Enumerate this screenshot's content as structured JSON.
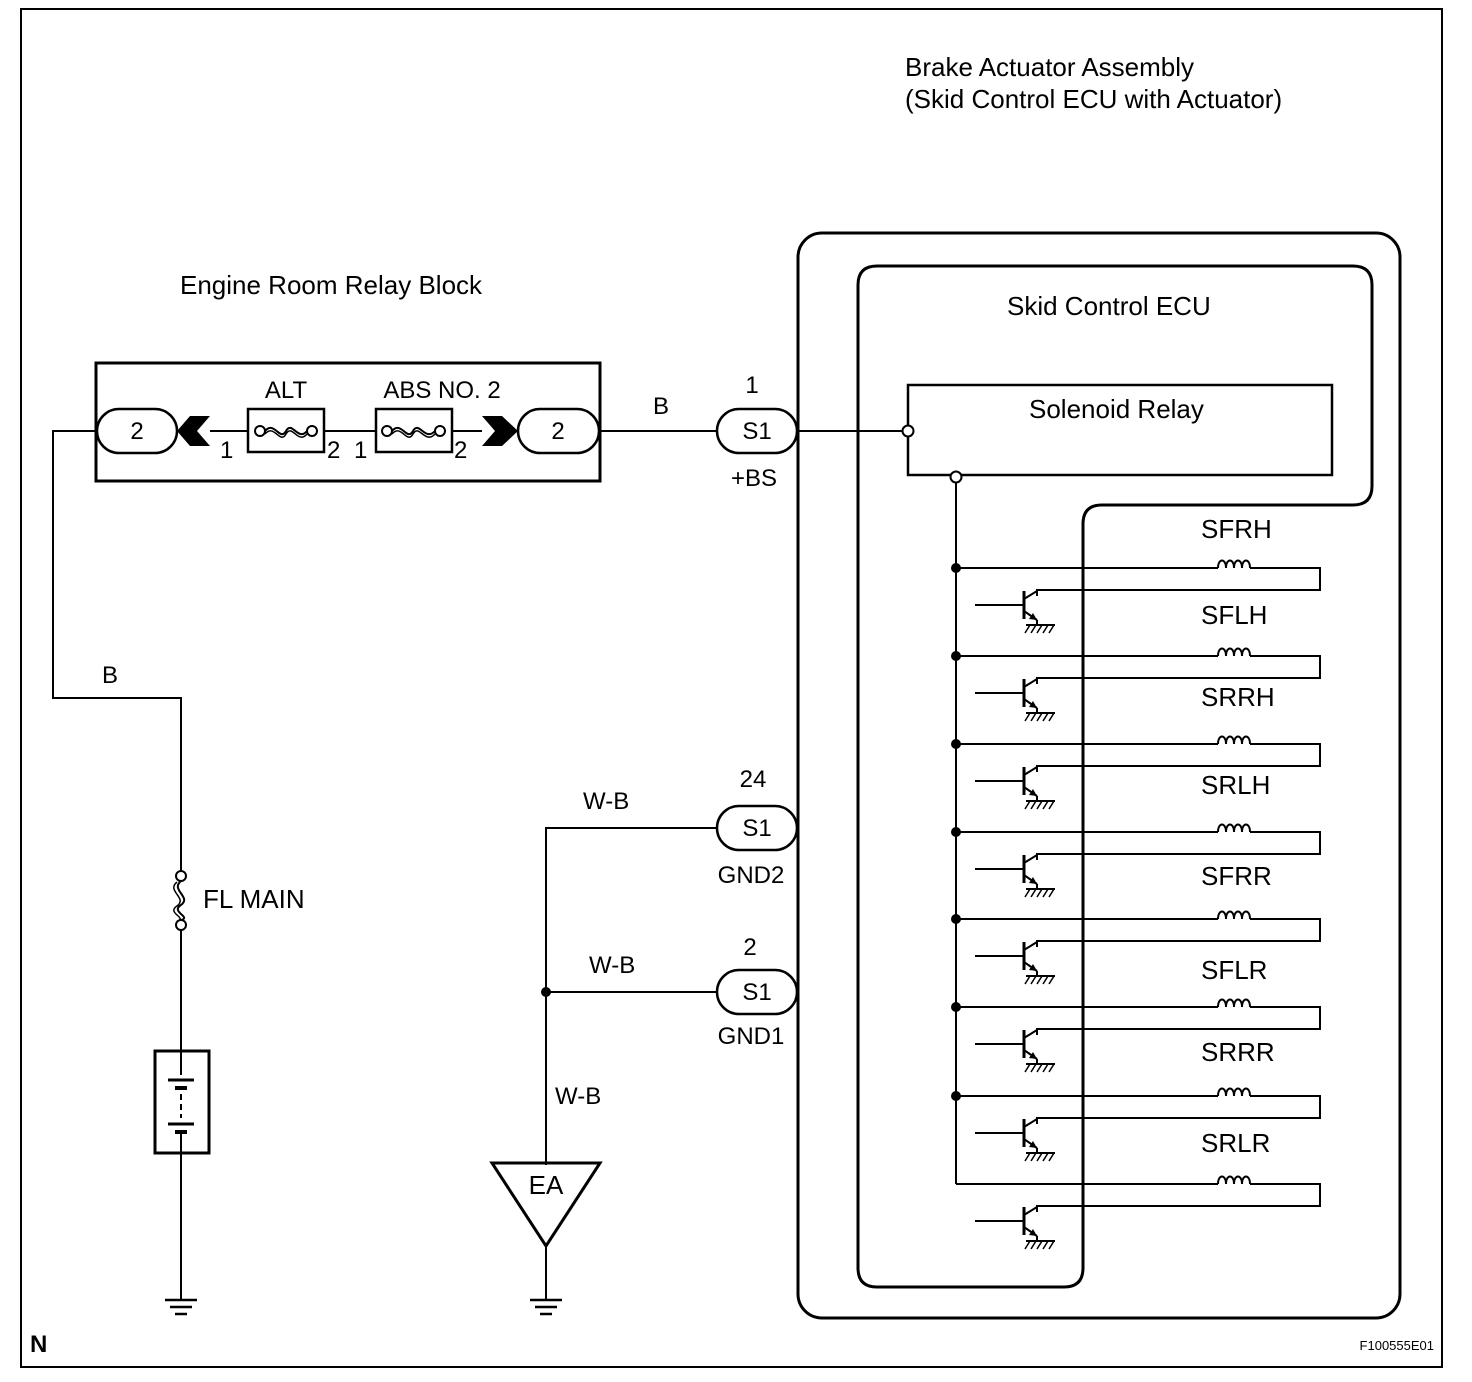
{
  "titles": {
    "assembly_line1": "Brake Actuator Assembly",
    "assembly_line2": "(Skid Control ECU with Actuator)",
    "relay_block": "Engine Room Relay Block",
    "ecu": "Skid Control ECU",
    "solenoid_relay": "Solenoid Relay"
  },
  "relay_block": {
    "left_connector": "2",
    "right_connector": "2",
    "fuse_alt": "ALT",
    "fuse_abs": "ABS NO. 2",
    "pin_1a": "1",
    "pin_2a": "2",
    "pin_1b": "1",
    "pin_2b": "2"
  },
  "wires": {
    "b_top": "B",
    "b_left": "B",
    "wb_gnd2": "W-B",
    "wb_gnd1": "W-B",
    "wb_down": "W-B"
  },
  "connectors": [
    {
      "pin": "1",
      "code": "S1",
      "terminal": "+BS"
    },
    {
      "pin": "24",
      "code": "S1",
      "terminal": "GND2"
    },
    {
      "pin": "2",
      "code": "S1",
      "terminal": "GND1"
    }
  ],
  "fuse_main": "FL MAIN",
  "ground_point": "EA",
  "solenoids": [
    "SFRH",
    "SFLH",
    "SRRH",
    "SRLH",
    "SFRR",
    "SFLR",
    "SRRR",
    "SRLR"
  ],
  "footer": {
    "left": "N",
    "right": "F100555E01"
  }
}
